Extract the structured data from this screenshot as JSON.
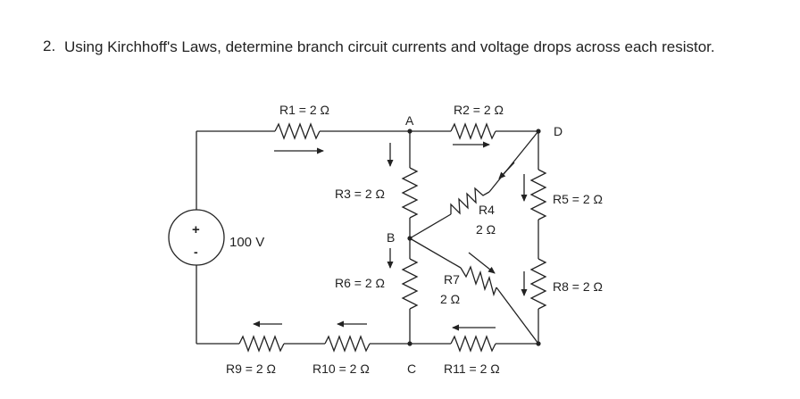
{
  "question": {
    "number": "2.",
    "text": "Using Kirchhoff's Laws, determine branch circuit currents and voltage drops across each resistor."
  },
  "circuit": {
    "source": {
      "label": "100 V",
      "plus": "+",
      "minus": "-"
    },
    "nodes": {
      "a": "A",
      "b": "B",
      "c": "C",
      "d": "D"
    },
    "resistors": {
      "r1": "R1 = 2 Ω",
      "r2": "R2 = 2 Ω",
      "r3": "R3 = 2 Ω",
      "r4_name": "R4",
      "r4_value": "2 Ω",
      "r5": "R5 = 2 Ω",
      "r6": "R6 = 2 Ω",
      "r7_name": "R7",
      "r7_value": "2 Ω",
      "r8": "R8 = 2 Ω",
      "r9": "R9 = 2 Ω",
      "r10": "R10 = 2 Ω",
      "r11": "R11 = 2 Ω"
    }
  }
}
